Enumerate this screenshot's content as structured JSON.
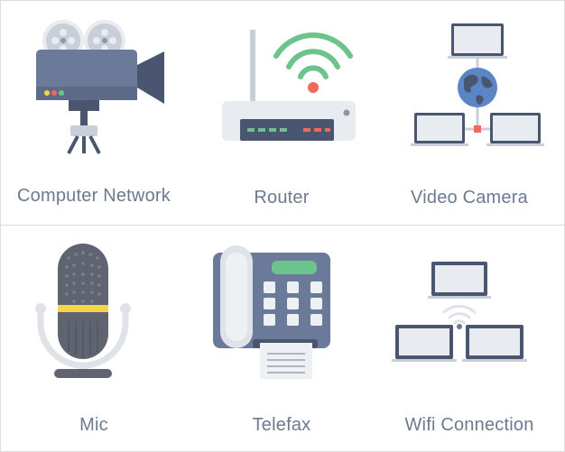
{
  "colors": {
    "label": "#6c7a90",
    "slate": "#6b7a99",
    "slate_dark": "#4a5670",
    "light_gray": "#e8ebef",
    "screen": "#c7ccd4",
    "green": "#6cc48c",
    "red": "#ef6b57",
    "yellow": "#f5d547",
    "globe_blue": "#5a86c6"
  },
  "tiles": [
    {
      "label": "Computer Network",
      "icon": "video-camera-icon"
    },
    {
      "label": "Router",
      "icon": "router-icon"
    },
    {
      "label": "Video Camera",
      "icon": "computer-network-icon"
    },
    {
      "label": "Mic",
      "icon": "microphone-icon"
    },
    {
      "label": "Telefax",
      "icon": "telefax-icon"
    },
    {
      "label": "Wifi Connection",
      "icon": "wifi-connection-icon"
    }
  ]
}
